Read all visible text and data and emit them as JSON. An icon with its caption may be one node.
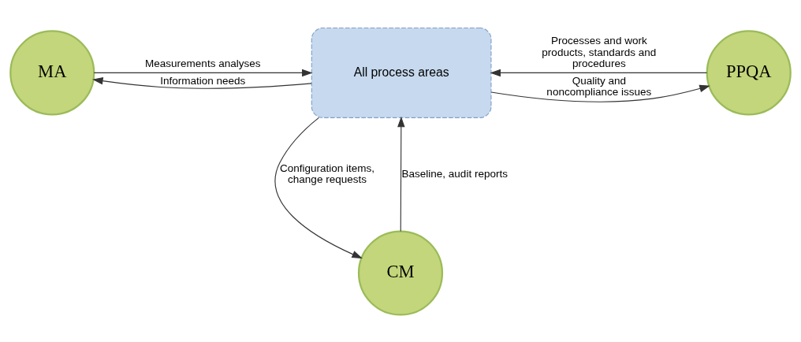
{
  "diagram": {
    "nodes": [
      {
        "text": [
          "MA"
        ]
      },
      {
        "text": [
          "All process areas"
        ]
      },
      {
        "text": [
          "PPQA"
        ]
      },
      {
        "text": [
          "CM"
        ]
      }
    ],
    "edges": [
      {
        "from": 0,
        "to": 1,
        "arrow": "to",
        "label": "Measurements analyses"
      },
      {
        "from": 1,
        "to": 0,
        "arrow": "to",
        "label": "Information needs"
      },
      {
        "from": 1,
        "to": 2,
        "arrow": "to",
        "label": "Quality and noncompliance issues"
      },
      {
        "from": 2,
        "to": 1,
        "arrow": "to",
        "label": "Processes and work products, standards and procedures"
      },
      {
        "from": 1,
        "to": 3,
        "arrow": "to",
        "label": "Configuration items, change requests"
      },
      {
        "from": 3,
        "to": 1,
        "arrow": "to",
        "label": "Baseline, audit reports"
      }
    ]
  }
}
